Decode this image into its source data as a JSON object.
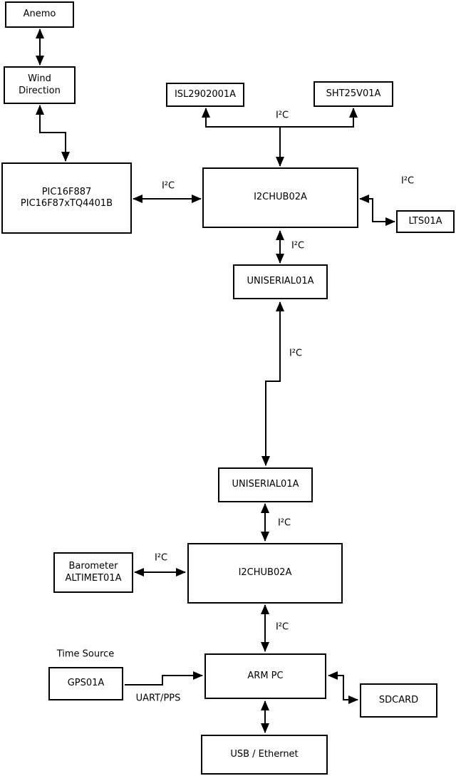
{
  "diagram": {
    "nodes": {
      "anemo": {
        "label": "Anemo"
      },
      "wind_direction": {
        "label": "Wind\nDirection"
      },
      "pic": {
        "label": "PIC16F887\nPIC16F87xTQ4401B"
      },
      "isl": {
        "label": "ISL2902001A"
      },
      "sht": {
        "label": "SHT25V01A"
      },
      "i2chub_top": {
        "label": "I2CHUB02A"
      },
      "lts": {
        "label": "LTS01A"
      },
      "uniserial_top": {
        "label": "UNISERIAL01A"
      },
      "uniserial_bottom": {
        "label": "UNISERIAL01A"
      },
      "i2chub_bottom": {
        "label": "I2CHUB02A"
      },
      "barometer": {
        "label": "Barometer\nALTIMET01A"
      },
      "arm_pc": {
        "label": "ARM PC"
      },
      "gps": {
        "label": "GPS01A"
      },
      "sdcard": {
        "label": "SDCARD"
      },
      "usb": {
        "label": "USB / Ethernet"
      }
    },
    "edge_labels": {
      "pic_hub": "I²C",
      "hub_sensors": "I²C",
      "hub_lts": "I²C",
      "hub_uniserial": "I²C",
      "uniserial_link": "I²C",
      "uniserial_hub2": "I²C",
      "barometer_hub2": "I²C",
      "hub2_armpc": "I²C",
      "time_source": "Time Source",
      "uart_pps": "UART/PPS"
    },
    "colors": {
      "line": "#000000",
      "box_border": "#000000",
      "box_fill": "#ffffff",
      "background": "#ffffff",
      "text": "#000000"
    }
  }
}
